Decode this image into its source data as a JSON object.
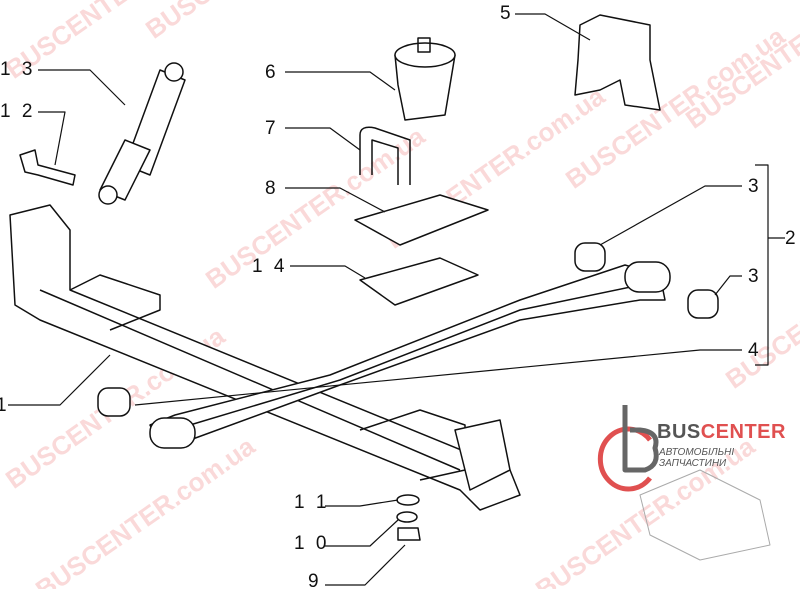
{
  "labels": {
    "l1": "1",
    "l2": "2",
    "l3a": "3",
    "l3b": "3",
    "l4": "4",
    "l5": "5",
    "l6": "6",
    "l7": "7",
    "l8": "8",
    "l9": "9",
    "l10": "1 0",
    "l11": "1 1",
    "l12": "1 2",
    "l13": "1 3",
    "l14": "1 4"
  },
  "watermark": "BUSCENTER.com.ua",
  "logo": {
    "name_part1": "BUS",
    "name_part2": "CENTER",
    "subtitle": "АВТОМОБІЛЬНІ ЗАПЧАСТИНИ"
  },
  "colors": {
    "brand_red": "#e05050",
    "brand_gray": "#555555"
  }
}
